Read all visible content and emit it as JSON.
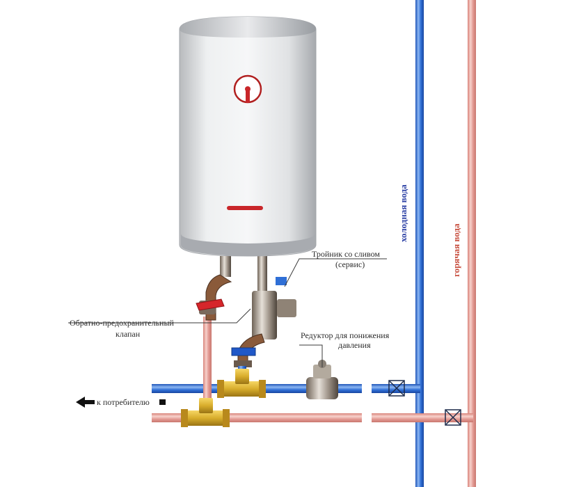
{
  "labels": {
    "cold_water": "холодная вода",
    "hot_water": "горячая вода",
    "tee_drain_line1": "Тройник со сливом",
    "tee_drain_line2": "(сервис)",
    "check_valve_line1": "Обратно-предохранительный",
    "check_valve_line2": "клапан",
    "reducer_line1": "Редуктор для понижения",
    "reducer_line2": "давления",
    "to_consumer": "к потребителю"
  },
  "colors": {
    "cold_pipe": "#2f6fd6",
    "cold_pipe_highlight": "#8cb6f2",
    "hot_pipe": "#e39a93",
    "hot_pipe_highlight": "#f7d2cc",
    "cold_text": "#2f43a6",
    "hot_text": "#c85040",
    "heater_body": "#e4e5e7",
    "fitting_brass": "#d8ad2c",
    "valve_handle_red": "#d6262b",
    "valve_handle_blue": "#2058c8",
    "text": "#2b2b2b"
  }
}
